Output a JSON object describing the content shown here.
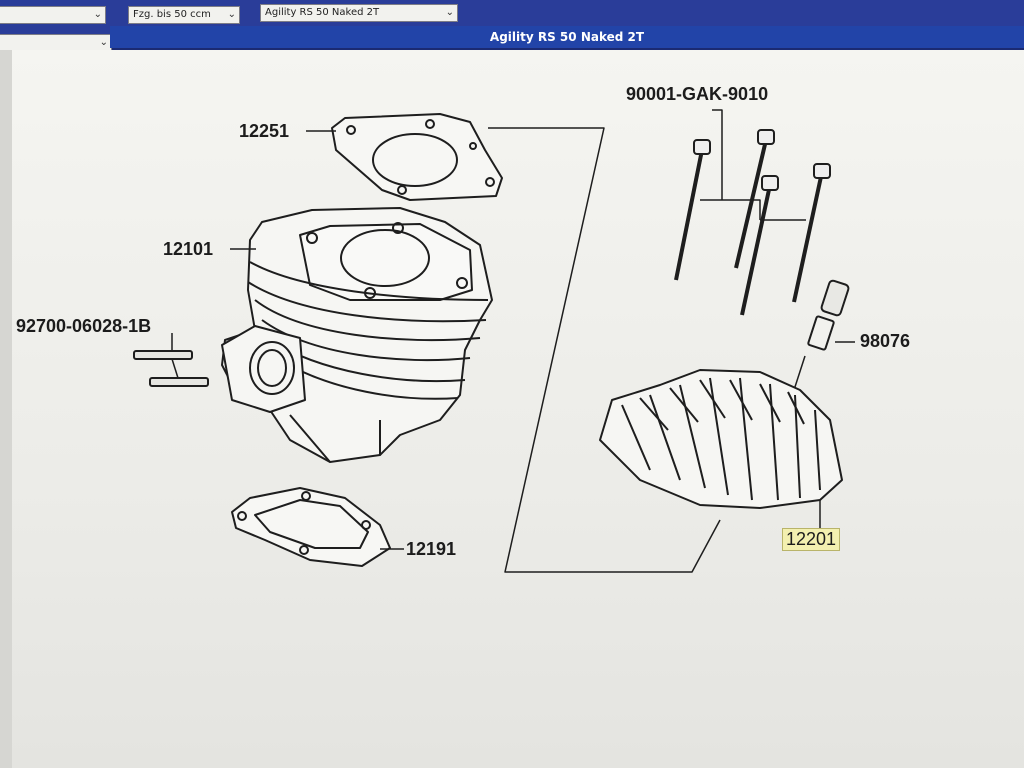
{
  "toolbar": {
    "select_1": "",
    "select_2": "Fzg. bis 50 ccm",
    "select_3": "Agility RS 50 Naked 2T",
    "select_4": ""
  },
  "header": {
    "title": "Agility RS 50 Naked 2T"
  },
  "parts": {
    "p12251": "12251",
    "p12101": "12101",
    "p92700": "92700-06028-1B",
    "p12191": "12191",
    "p90001": "90001-GAK-9010",
    "p98076": "98076",
    "p12201": "12201"
  },
  "colors": {
    "toolbar": "#2a3d99",
    "title_bar": "#2244a8",
    "highlight": "#f3f0b0"
  }
}
